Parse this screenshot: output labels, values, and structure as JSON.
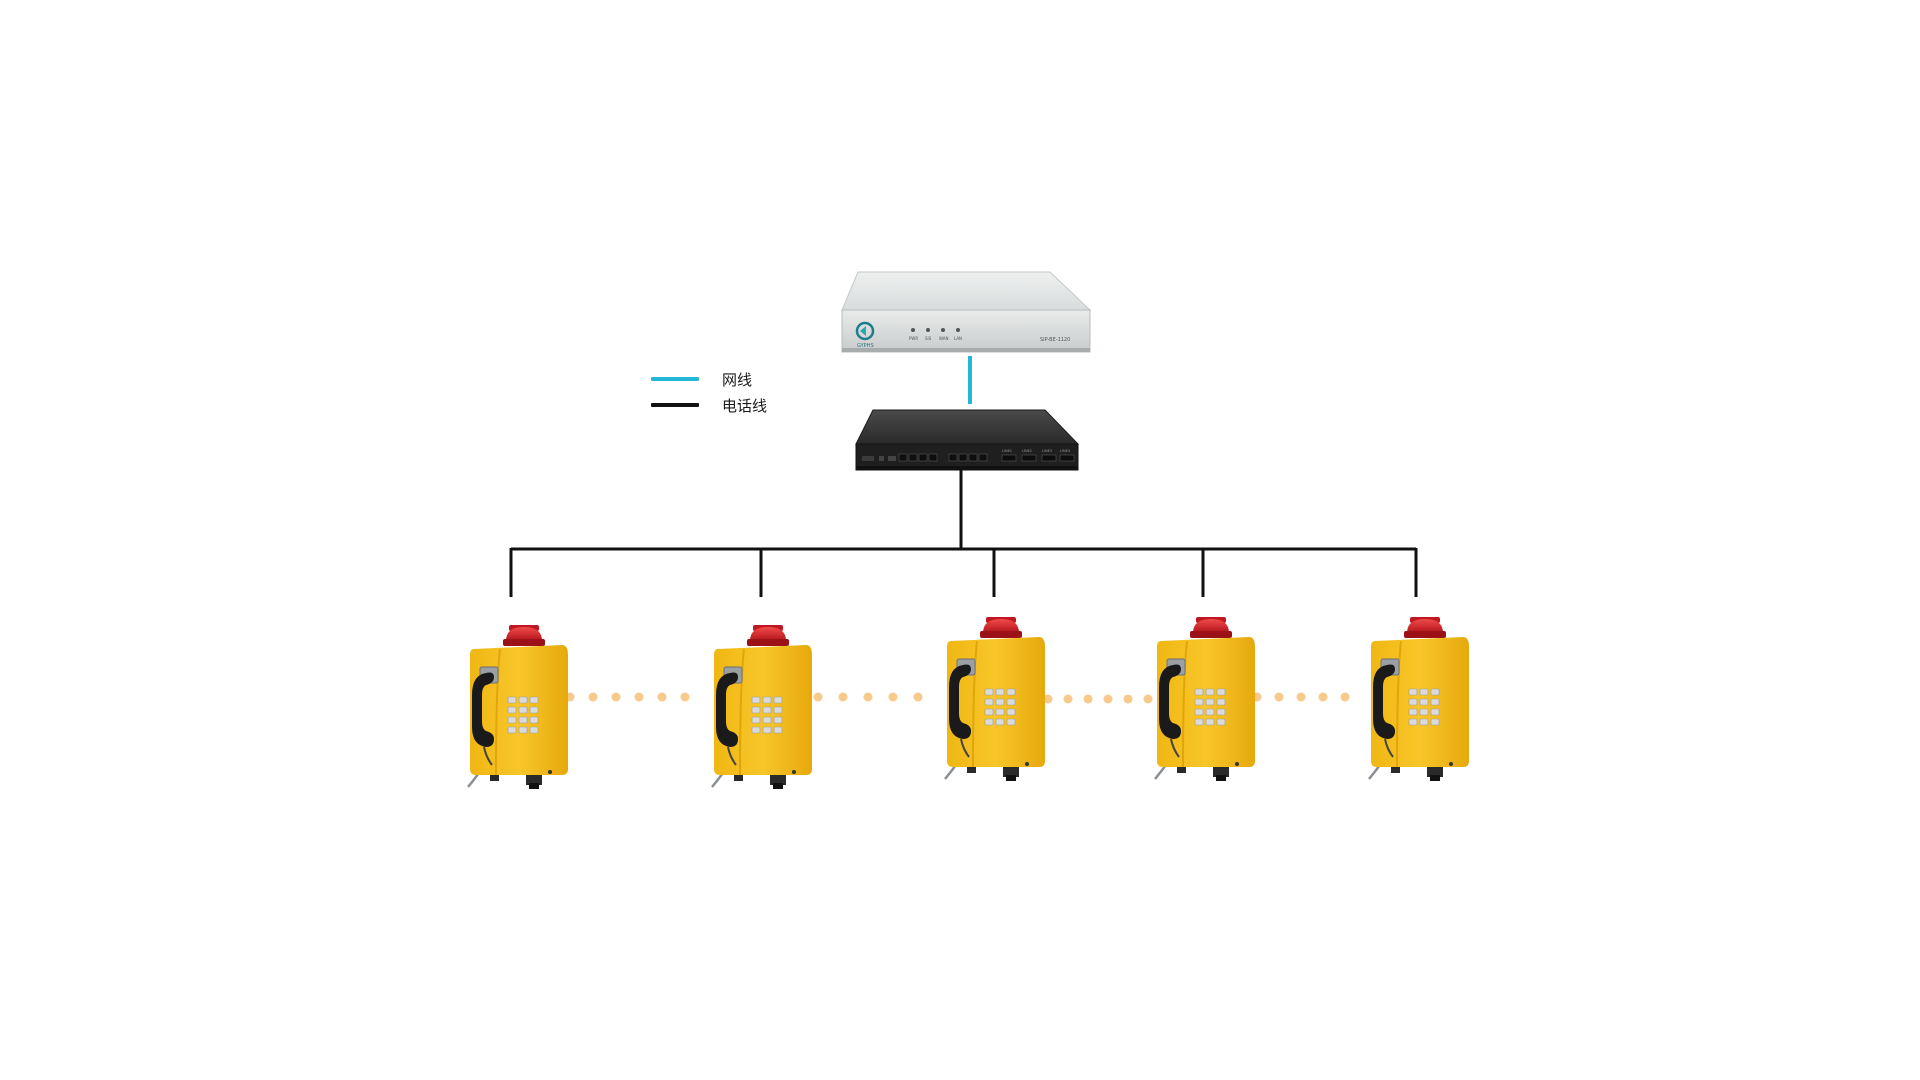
{
  "legend": [
    {
      "label": "网线",
      "color": "#22b8d6"
    },
    {
      "label": "电话线",
      "color": "#111111"
    }
  ],
  "server": {
    "logo_text": "GYPHS",
    "model_text": "SIP-BE-1120",
    "led_labels": [
      "PWR",
      "SIS",
      "WAN",
      "LAN"
    ]
  },
  "gateway": {
    "port_labels": [
      "LINE1",
      "LINE2",
      "LINE3",
      "LINE4"
    ]
  },
  "phones": {
    "count": 5
  },
  "colors": {
    "network_line": "#22b8d6",
    "phone_line": "#111111",
    "phone_body": "#f5bf1a",
    "beacon": "#d8212a",
    "dots": "#f7c98a"
  }
}
